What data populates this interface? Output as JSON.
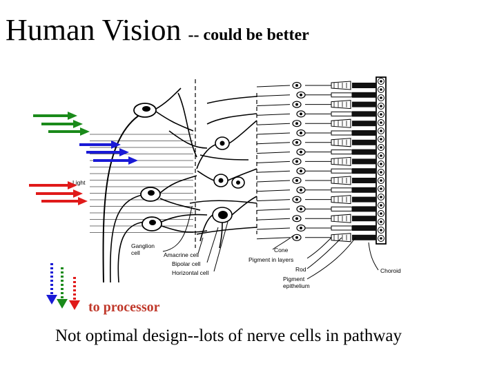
{
  "slide": {
    "title": "Human Vision",
    "subtitle": "-- could be better",
    "caption": "Not optimal design--lots of nerve cells in pathway",
    "processor_label": "to processor"
  },
  "diagram": {
    "labels": {
      "light": "Light",
      "ganglion": [
        "Ganglion",
        "cell"
      ],
      "amacrine": "Amacrine cell",
      "bipolar": "Bipolar cell",
      "horizontal": "Horizontal cell",
      "cone": "Cone",
      "pigment_layers": "Pigment in layers",
      "rod": "Rod",
      "pigment_epithelium": [
        "Pigment",
        "epithelium"
      ],
      "choroid": "Choroid"
    }
  },
  "colors": {
    "green": "#1a8a1a",
    "blue": "#1a1ad6",
    "red": "#e01a1a",
    "processor_text": "#c0392b"
  },
  "icons": {
    "incoming_light": "arrow-right-icon",
    "signal_out": "arrow-down-icon"
  }
}
